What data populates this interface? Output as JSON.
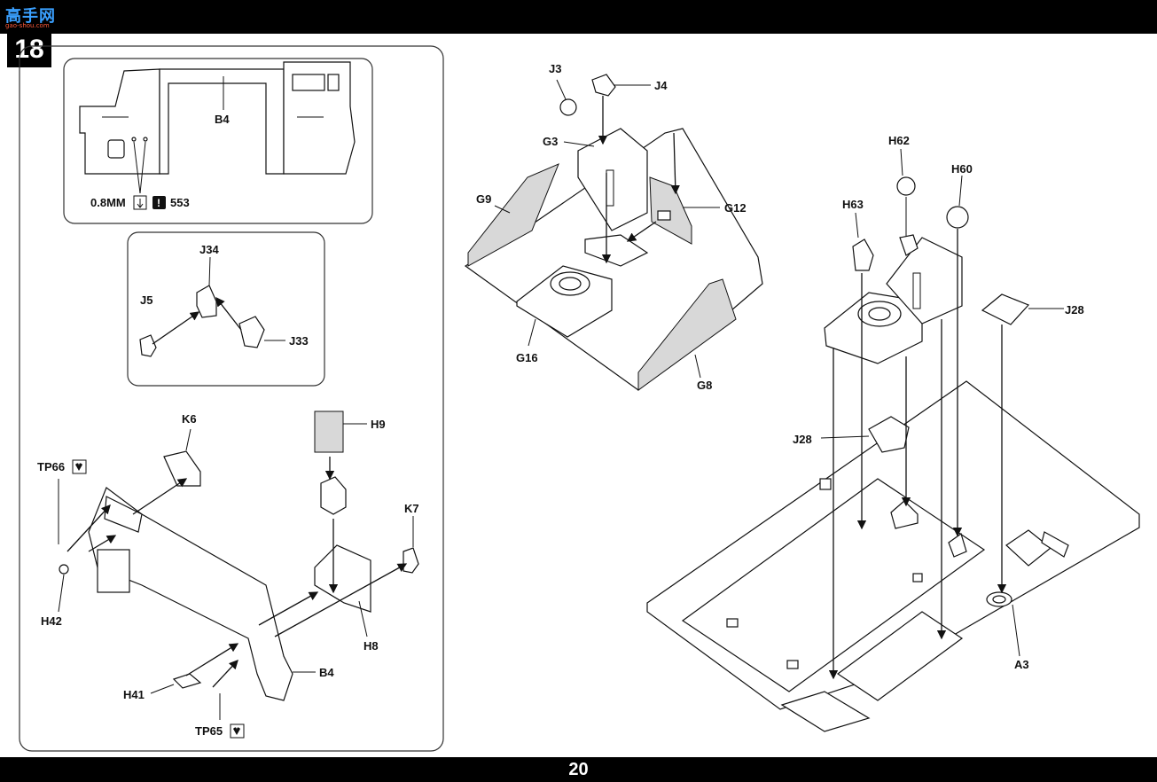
{
  "header": {
    "logo_main": "高手网",
    "logo_sub": "gao-shou.com",
    "step_number": "18"
  },
  "footer": {
    "page_number": "20"
  },
  "labels": {
    "b4_top": "B4",
    "mm_note": "0.8MM",
    "paint_code": "553",
    "j34": "J34",
    "j5": "J5",
    "j33": "J33",
    "k6": "K6",
    "tp66": "TP66",
    "h42": "H42",
    "h9": "H9",
    "k7": "K7",
    "h8": "H8",
    "b4_bottom": "B4",
    "h41": "H41",
    "tp65": "TP65",
    "j3": "J3",
    "j4": "J4",
    "g3": "G3",
    "g9": "G9",
    "g12": "G12",
    "g16": "G16",
    "g8": "G8",
    "h62": "H62",
    "h60": "H60",
    "h63": "H63",
    "j28_top": "J28",
    "j28_mid": "J28",
    "a3": "A3"
  },
  "icons": [
    "drill-icon",
    "caution-icon",
    "photo-etch-icon"
  ]
}
